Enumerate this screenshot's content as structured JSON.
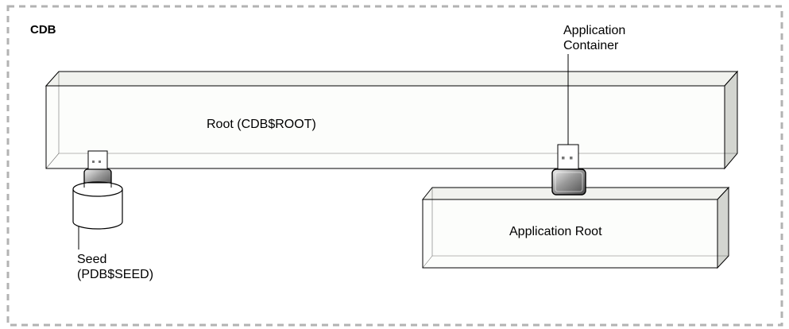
{
  "container_label": "CDB",
  "root_label": "Root (CDB$ROOT)",
  "application_container_label": [
    "Application",
    "Container"
  ],
  "application_root_label": "Application Root",
  "seed_label": [
    "Seed",
    "(PDB$SEED)"
  ],
  "colors": {
    "border_dash": "#b3b3b3",
    "box_face": "#fcfdfb",
    "box_top": "#f1f2ee",
    "box_side": "#d3d5d0",
    "stroke": "#000000"
  }
}
